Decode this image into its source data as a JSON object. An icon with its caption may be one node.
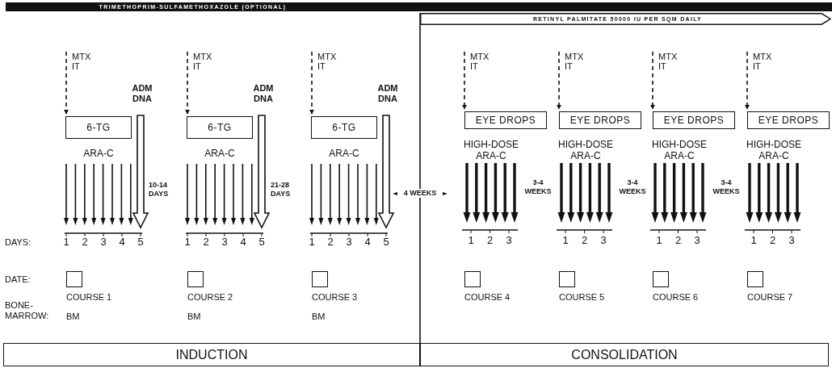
{
  "diagram": {
    "nodes": [
      {
        "text": [
          "TRIMETHOPRIM-SULFAMETHOXAZOLE (OPTIONAL)"
        ]
      },
      {
        "text": [
          "RETINYL PALMITATE 50000 IU PER SQM DAILY"
        ]
      },
      {
        "text": [
          "MTX IT"
        ]
      },
      {
        "text": [
          "6-TG"
        ]
      },
      {
        "text": [],
        "shape": "box",
        "beside": [
          "COURSE 1"
        ]
      },
      {
        "text": [
          "MTX IT"
        ]
      },
      {
        "text": [
          "6-TG"
        ]
      },
      {
        "text": [],
        "shape": "box",
        "beside": [
          "COURSE 2"
        ]
      },
      {
        "text": [
          "MTX IT"
        ]
      },
      {
        "text": [
          "6-TG"
        ]
      },
      {
        "text": [],
        "shape": "box",
        "beside": [
          "COURSE 3"
        ]
      },
      {
        "text": [
          "MTX IT"
        ]
      },
      {
        "text": [
          "EYE DROPS"
        ]
      },
      {
        "text": [],
        "shape": "box",
        "beside": [
          "COURSE 4"
        ]
      },
      {
        "text": [
          "MTX IT"
        ]
      },
      {
        "text": [
          "EYE DROPS"
        ]
      },
      {
        "text": [],
        "shape": "box",
        "beside": [
          "COURSE 5"
        ]
      },
      {
        "text": [
          "MTX IT"
        ]
      },
      {
        "text": [
          "EYE DROPS"
        ]
      },
      {
        "text": [],
        "shape": "box",
        "beside": [
          "COURSE 6"
        ]
      },
      {
        "text": [
          "MTX IT"
        ]
      },
      {
        "text": [
          "EYE DROPS"
        ]
      },
      {
        "text": [],
        "shape": "box",
        "beside": [
          "COURSE 7"
        ]
      },
      {
        "text": [
          "INDUCTION"
        ]
      },
      {
        "text": [
          "CONSOLIDATION"
        ]
      }
    ],
    "edges": [
      {
        "from": 2,
        "to": 3,
        "arrow": "to",
        "style": "dashed"
      },
      {
        "from": 5,
        "to": 6,
        "arrow": "to",
        "style": "dashed"
      },
      {
        "from": 8,
        "to": 9,
        "arrow": "to",
        "style": "dashed"
      },
      {
        "from": 11,
        "to": 12,
        "arrow": "to",
        "style": "dashed"
      },
      {
        "from": 14,
        "to": 15,
        "arrow": "to",
        "style": "dashed"
      },
      {
        "from": 17,
        "to": 18,
        "arrow": "to",
        "style": "dashed"
      },
      {
        "from": 20,
        "to": 21,
        "arrow": "to",
        "style": "dashed"
      }
    ],
    "labels": [
      "ADM DNA",
      "ADM DNA",
      "ADM DNA",
      "ARA-C",
      "ARA-C",
      "ARA-C",
      "HIGH-DOSE ARA-C",
      "HIGH-DOSE ARA-C",
      "HIGH-DOSE ARA-C",
      "HIGH-DOSE ARA-C",
      "10-14 DAYS",
      "21-28 DAYS",
      "4 WEEKS",
      "3-4 WEEKS",
      "3-4 WEEKS",
      "3-4 WEEKS",
      "DAYS:",
      "1",
      "2",
      "3",
      "4",
      "5",
      "1",
      "2",
      "3",
      "4",
      "5",
      "1",
      "2",
      "3",
      "4",
      "5",
      "1",
      "2",
      "3",
      "1",
      "2",
      "3",
      "1",
      "2",
      "3",
      "1",
      "2",
      "3",
      "DATE:",
      "BONE-MARROW:",
      "BM",
      "BM",
      "BM"
    ]
  }
}
